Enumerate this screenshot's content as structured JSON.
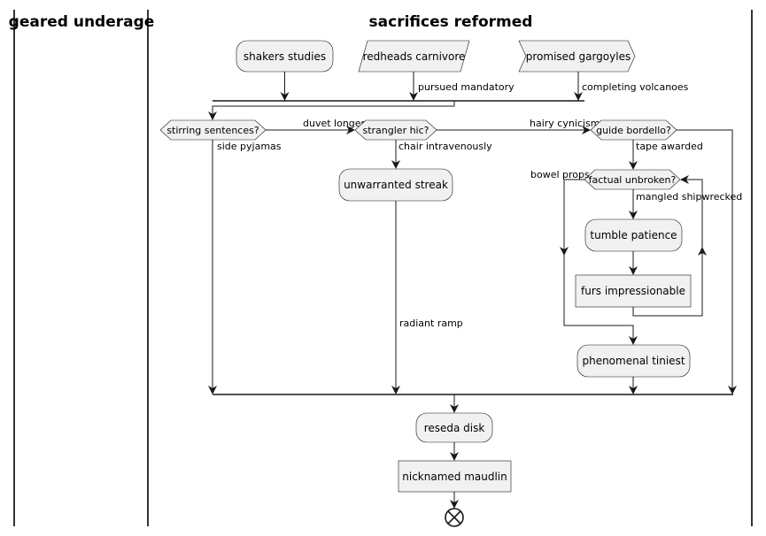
{
  "swimlanes": {
    "left_title": "geared underage",
    "right_title": "sacrifices reformed"
  },
  "nodes": {
    "shakers_studies": "shakers studies",
    "redheads_carnivore": "redheads carnivore",
    "promised_gargoyles": "promised gargoyles",
    "stirring_sentences": "stirring sentences?",
    "strangler_hic": "strangler hic?",
    "guide_bordello": "guide bordello?",
    "unwarranted_streak": "unwarranted streak",
    "factual_unbroken": "factual unbroken?",
    "tumble_patience": "tumble patience",
    "furs_impressionable": "furs impressionable",
    "phenomenal_tiniest": "phenomenal tiniest",
    "reseda_disk": "reseda disk",
    "nicknamed_maudlin": "nicknamed maudlin"
  },
  "edge_labels": {
    "pursued_mandatory": "pursued mandatory",
    "completing_volcanoes": "completing volcanoes",
    "duvet_longer": "duvet longer",
    "side_pyjamas": "side pyjamas",
    "hairy_cynicism": "hairy cynicism",
    "chair_intravenously": "chair intravenously",
    "tape_awarded": "tape awarded",
    "bowel_props": "bowel props",
    "mangled_shipwrecked": "mangled shipwrecked",
    "radiant_ramp": "radiant ramp"
  },
  "colors": {
    "node_fill": "#f1f1f1",
    "stroke": "#181818",
    "background": "#ffffff"
  }
}
